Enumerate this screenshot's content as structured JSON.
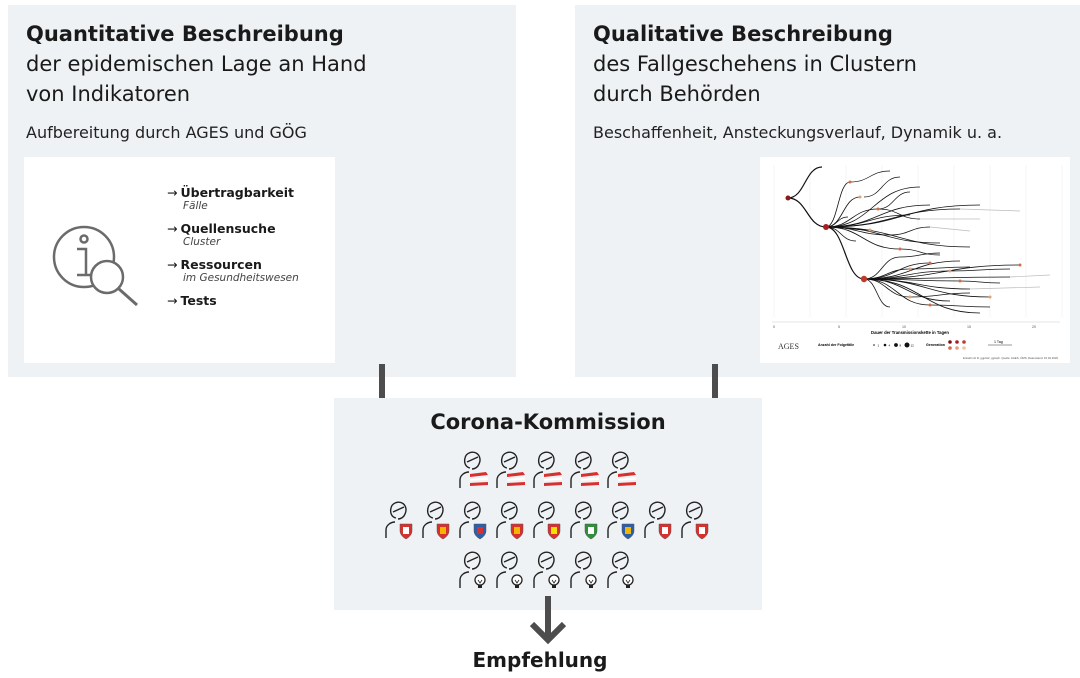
{
  "left_panel": {
    "title_bold": "Quantitative Beschreibung",
    "title_line2": "der epidemischen Lage an Hand",
    "title_line3": "von Indikatoren",
    "subtitle": "Aufbereitung durch AGES und GÖG",
    "icon": "info-magnifier-icon",
    "indicators": [
      {
        "label": "Übertragbarkeit",
        "sub": "Fälle"
      },
      {
        "label": "Quellensuche",
        "sub": "Cluster"
      },
      {
        "label": "Ressourcen",
        "sub": "im Gesundheitswesen"
      },
      {
        "label": "Tests",
        "sub": ""
      }
    ]
  },
  "right_panel": {
    "title_bold": "Qualitative Beschreibung",
    "title_line2": "des Fallgeschehens in Clustern",
    "title_line3": "durch Behörden",
    "subtitle": "Beschaffenheit, Ansteckungsverlauf, Dynamik u. a.",
    "tree_chart": {
      "xlabel": "Dauer der Transmissionskette in Tagen",
      "xticks": [
        "0",
        "5",
        "10",
        "15",
        "20"
      ],
      "logo": "AGES",
      "legend_size_label": "Anzahl der Folgefälle",
      "legend_size_values": [
        "1",
        "4",
        "8",
        "12"
      ],
      "legend_gen_label": "Generation",
      "legend_scale": "1 Tag",
      "source": "Erstellt mit R, ggplot2, ggraph. Quelle: AGES, ÖMS, Datenstand: 15.04.2020"
    }
  },
  "center": {
    "title": "Corona-Kommission",
    "rows": [
      {
        "count": 5,
        "badge": "austria-flag"
      },
      {
        "count": 9,
        "badge": "state-coat-of-arms"
      },
      {
        "count": 5,
        "badge": "lightbulb"
      }
    ],
    "colors": {
      "panel": "#eef2f4",
      "arrow": "#4d4d4d",
      "flag_red": "#d8302f"
    }
  },
  "result": "Empfehlung"
}
